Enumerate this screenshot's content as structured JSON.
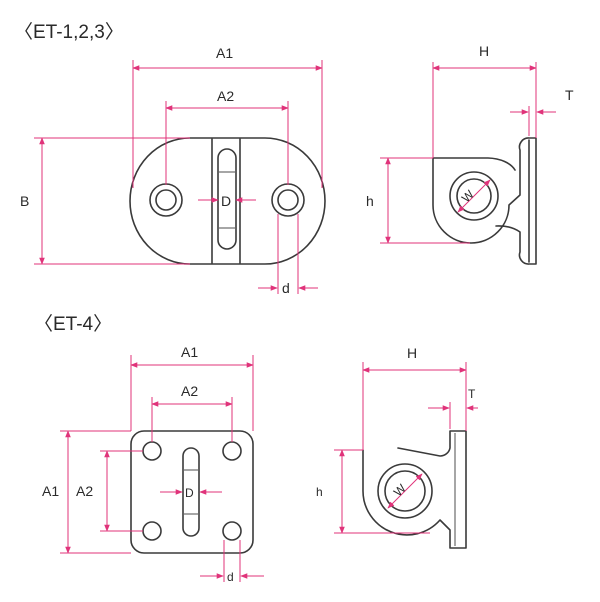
{
  "titles": {
    "top": "〈ET-1,2,3〉",
    "bottom": "〈ET-4〉"
  },
  "labels": {
    "top_a1": "A1",
    "top_a2": "A2",
    "top_b": "B",
    "top_d_upper": "D",
    "top_d_lower": "d",
    "top_h_upper": "H",
    "top_h_lower": "h",
    "top_t": "T",
    "top_w": "W",
    "bot_a1": "A1",
    "bot_a2": "A2",
    "bot_a1_side": "A1",
    "bot_a2_side": "A2",
    "bot_d_upper": "D",
    "bot_d_lower": "d",
    "bot_h_upper": "H",
    "bot_h_lower": "h",
    "bot_t": "T",
    "bot_w": "W"
  },
  "colors": {
    "outline": "#3a3a3a",
    "dimension": "#e0337a",
    "background": "#ffffff"
  }
}
